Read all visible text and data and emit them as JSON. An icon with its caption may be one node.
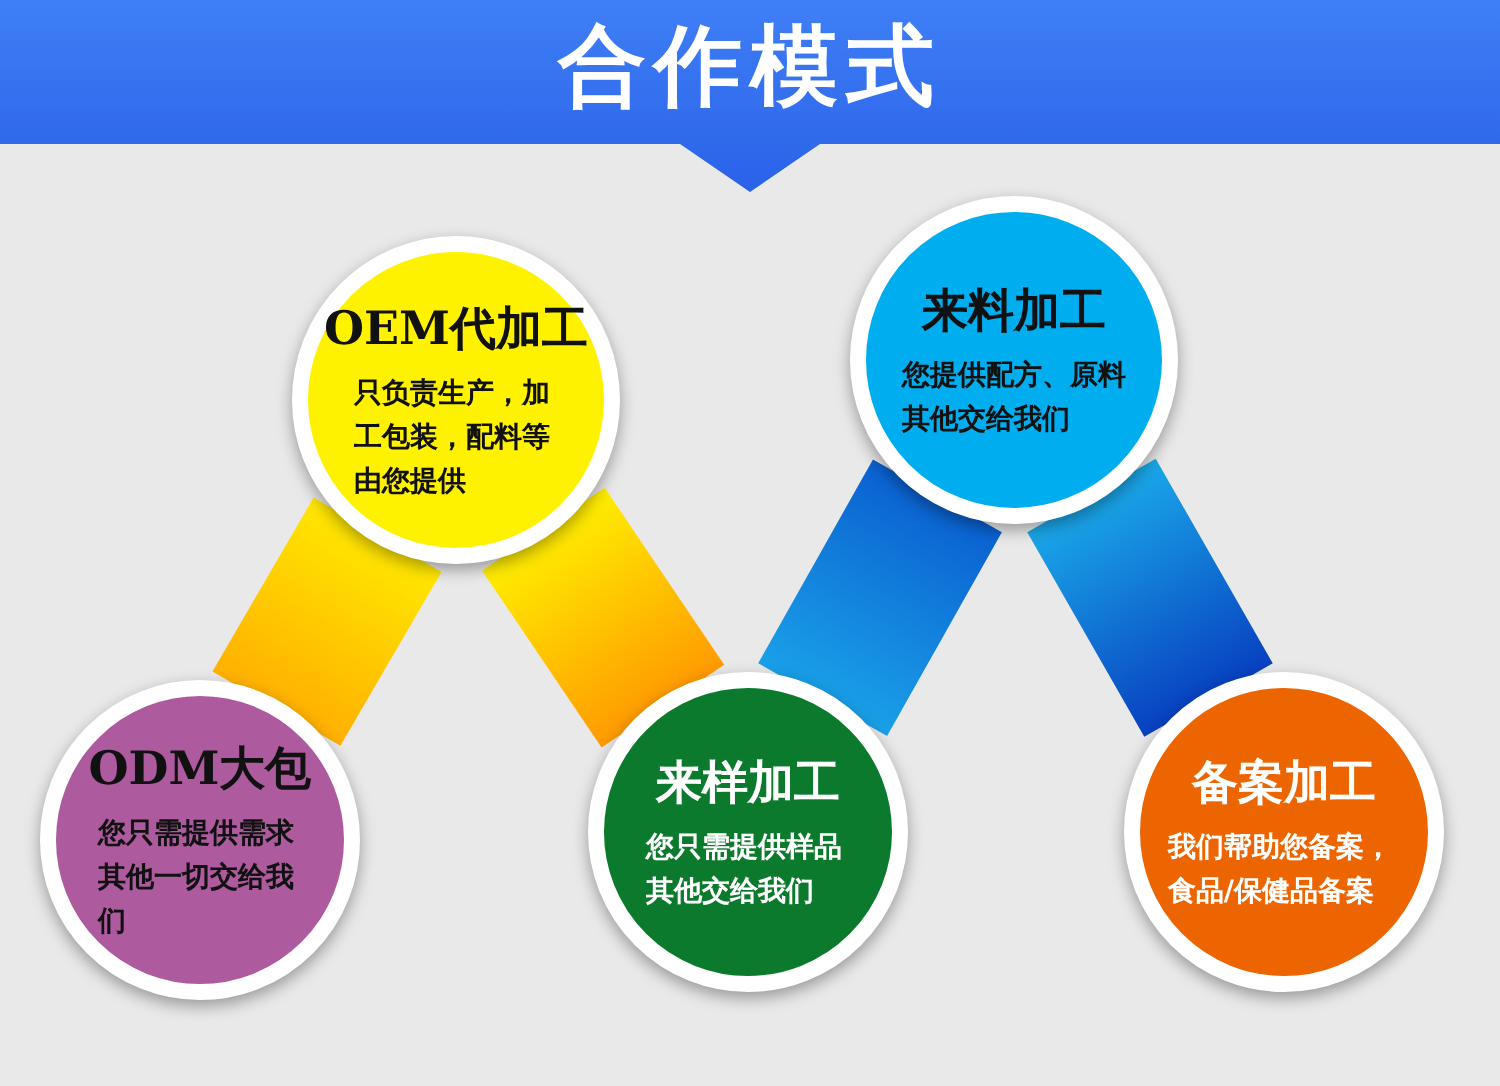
{
  "diagram": {
    "title": "合作模式",
    "nodes": [
      {
        "text": [
          "OEM代加工",
          "只负责生产，加工包装，配料等由您提供"
        ]
      },
      {
        "text": [
          "来料加工",
          "您提供配方、原料其他交给我们"
        ]
      },
      {
        "text": [
          "ODM大包",
          "您只需提供需求其他一切交给我们"
        ]
      },
      {
        "text": [
          "来样加工",
          "您只需提供样品其他交给我们"
        ]
      },
      {
        "text": [
          "备案加工",
          "我们帮助您备案，食品/保健品备案"
        ]
      }
    ],
    "edges": [
      {
        "from": 2,
        "to": 0,
        "arrow": "none"
      },
      {
        "from": 0,
        "to": 3,
        "arrow": "none"
      },
      {
        "from": 3,
        "to": 1,
        "arrow": "none"
      },
      {
        "from": 1,
        "to": 4,
        "arrow": "none"
      }
    ]
  }
}
